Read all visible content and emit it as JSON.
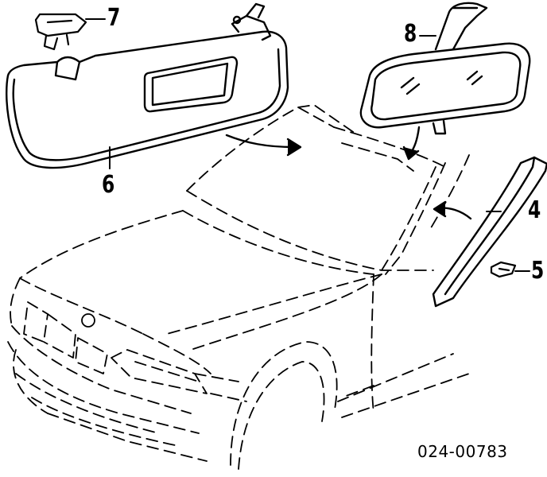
{
  "diagram": {
    "callouts": [
      {
        "id": "7",
        "label": "7",
        "part": "sun-visor-clip"
      },
      {
        "id": "6",
        "label": "6",
        "part": "sun-visor"
      },
      {
        "id": "8",
        "label": "8",
        "part": "rear-view-mirror"
      },
      {
        "id": "4",
        "label": "4",
        "part": "a-pillar-trim"
      },
      {
        "id": "5",
        "label": "5",
        "part": "trim-clip"
      }
    ],
    "document_number": "024-00783",
    "colors": {
      "ink": "#000000",
      "paper": "#ffffff"
    }
  }
}
